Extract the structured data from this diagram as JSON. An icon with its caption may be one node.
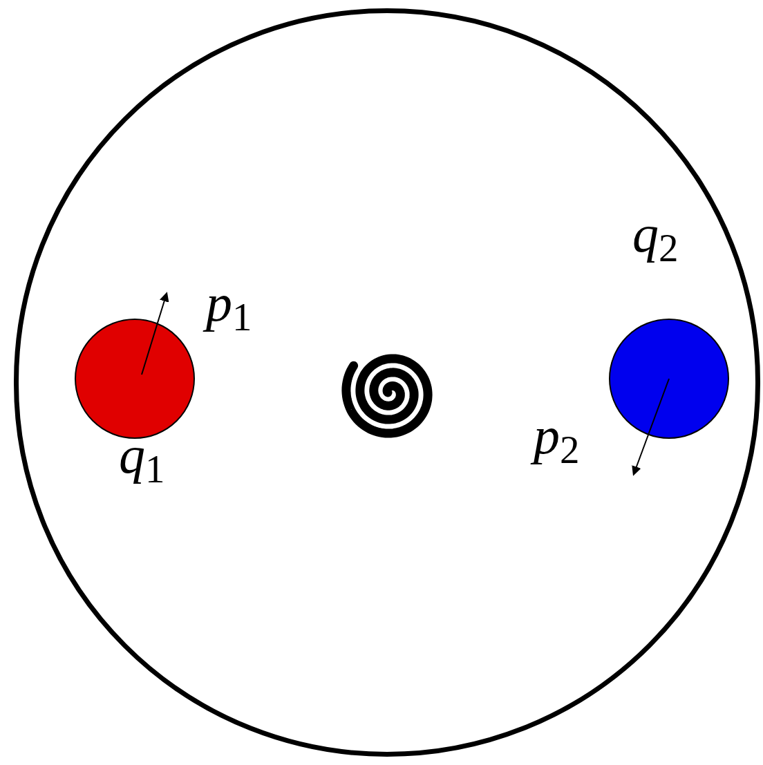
{
  "diagram": {
    "nodes": [
      {
        "text": [],
        "shape": "circle"
      },
      {
        "text": [],
        "shape": "circle",
        "in": 0,
        "beside": [
          "*q*$_{1}$"
        ]
      },
      {
        "text": [],
        "shape": "circle",
        "in": 0,
        "beside": [
          "*q*$_{2}$"
        ]
      }
    ],
    "labels": [
      "*p*$_{1}$",
      "*p*$_{2}$"
    ]
  }
}
